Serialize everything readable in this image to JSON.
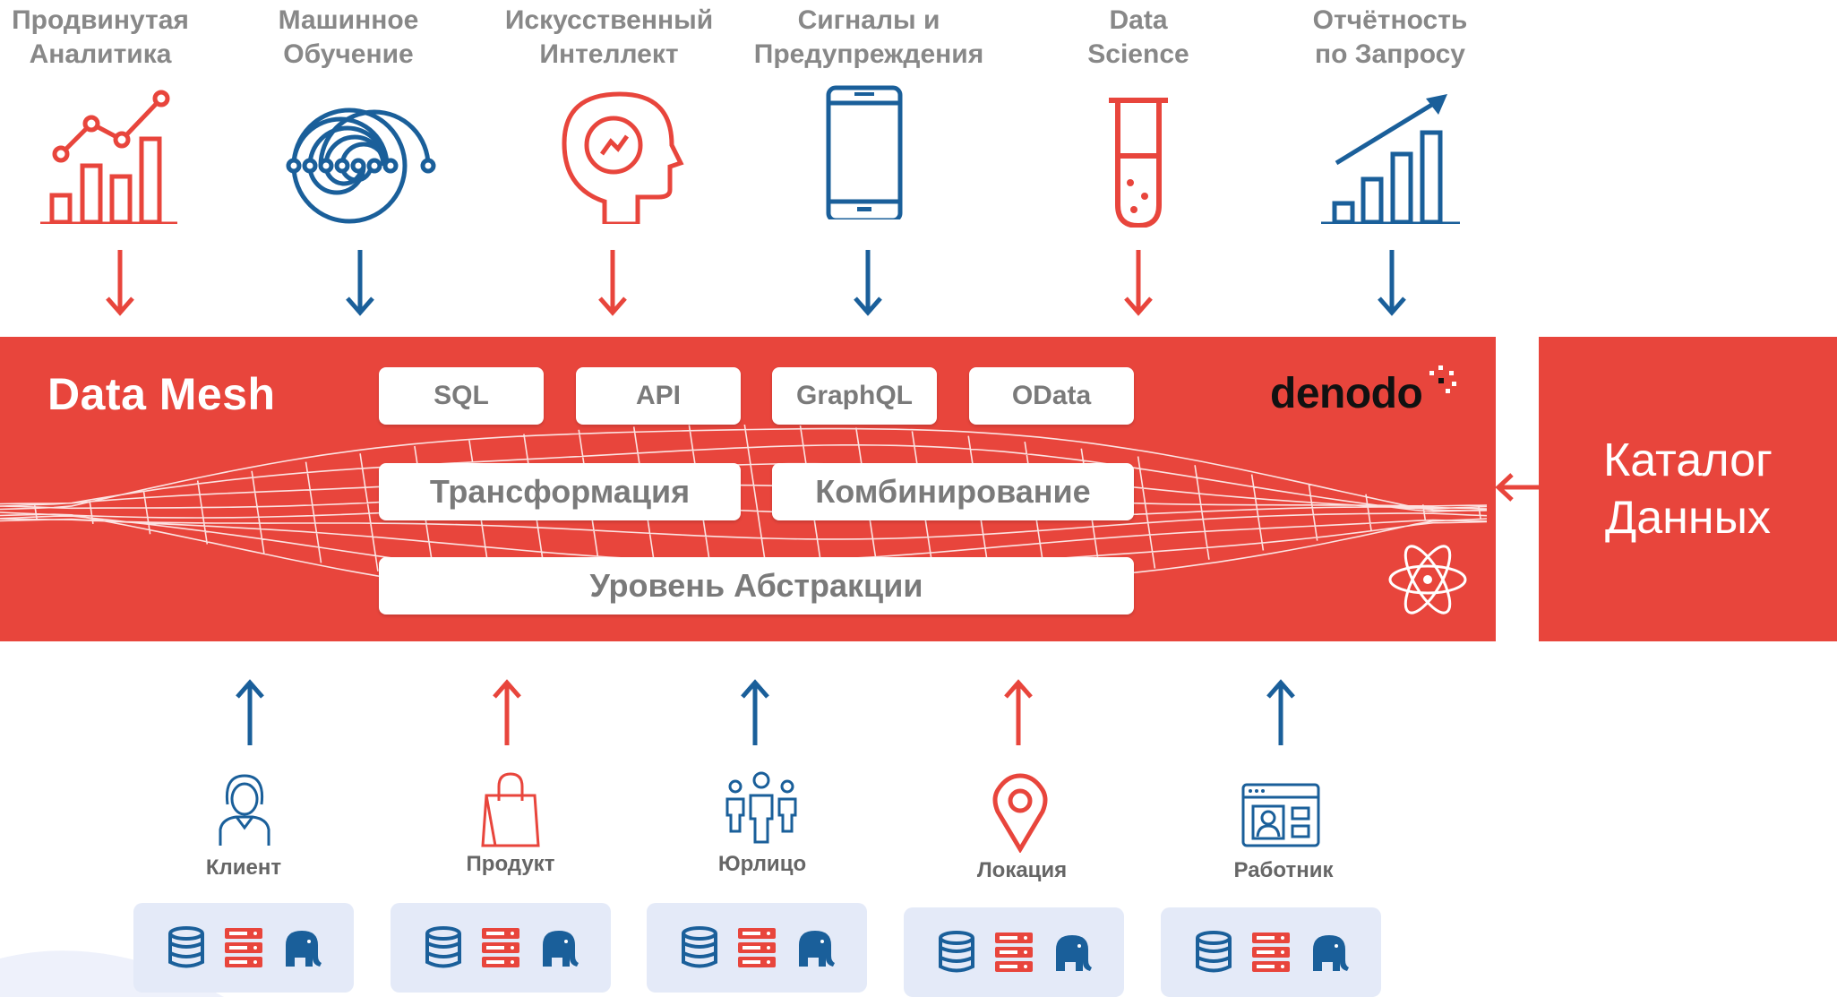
{
  "consumers": [
    {
      "label": "Продвинутая\nАналитика",
      "icon": "analytics-chart-icon",
      "color": "#e8453c"
    },
    {
      "label": "Машинное\nОбучение",
      "icon": "neural-network-icon",
      "color": "#1a5f9a"
    },
    {
      "label": "Искусственный\nИнтеллект",
      "icon": "ai-head-icon",
      "color": "#e8453c"
    },
    {
      "label": "Сигналы и\nПредупреждения",
      "icon": "smartphone-icon",
      "color": "#1a5f9a"
    },
    {
      "label": "Data\nScience",
      "icon": "test-tube-icon",
      "color": "#e8453c"
    },
    {
      "label": "Отчётность\nпо Запросу",
      "icon": "growth-chart-icon",
      "color": "#1a5f9a"
    }
  ],
  "mesh": {
    "title": "Data Mesh",
    "services": [
      "SQL",
      "API",
      "GraphQL",
      "OData"
    ],
    "transformation": "Трансформация",
    "combination": "Комбинирование",
    "abstraction": "Уровень Абстракции",
    "logo": "denodo",
    "background": "#e8453c"
  },
  "catalog": {
    "label": "Каталог\nДанных"
  },
  "sources": [
    {
      "label": "Клиент",
      "icon": "customer-icon",
      "arrow_color": "#1a5f9a"
    },
    {
      "label": "Продукт",
      "icon": "shopping-bag-icon",
      "arrow_color": "#e8453c"
    },
    {
      "label": "Юрлицо",
      "icon": "organization-icon",
      "arrow_color": "#1a5f9a"
    },
    {
      "label": "Локация",
      "icon": "location-pin-icon",
      "arrow_color": "#e8453c"
    },
    {
      "label": "Работник",
      "icon": "employee-icon",
      "arrow_color": "#1a5f9a"
    }
  ],
  "colors": {
    "red": "#e8453c",
    "blue": "#1a5f9a",
    "store_bg": "#e4eaf8"
  }
}
